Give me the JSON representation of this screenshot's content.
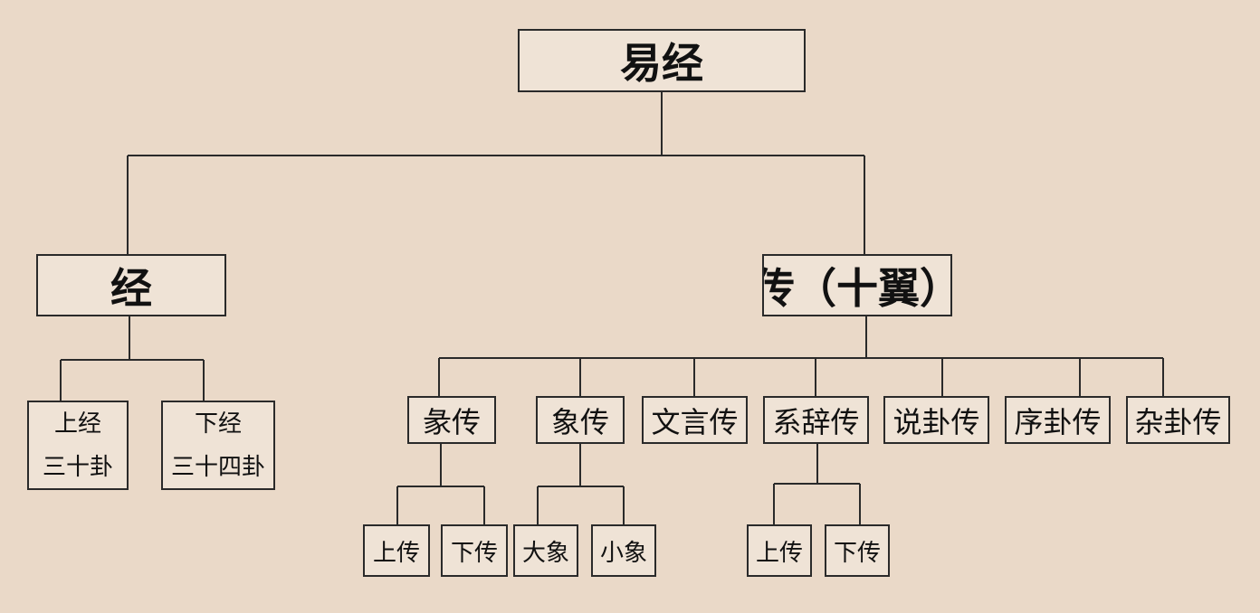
{
  "root": {
    "label": "易经"
  },
  "jing": {
    "label": "经",
    "children": [
      {
        "line1": "上经",
        "line2": "三十卦"
      },
      {
        "line1": "下经",
        "line2": "三十四卦"
      }
    ]
  },
  "zhuan": {
    "label": "传（十翼）",
    "children": [
      {
        "label": "彖传",
        "children": [
          {
            "label": "上传"
          },
          {
            "label": "下传"
          }
        ]
      },
      {
        "label": "象传",
        "children": [
          {
            "label": "大象"
          },
          {
            "label": "小象"
          }
        ]
      },
      {
        "label": "文言传"
      },
      {
        "label": "系辞传",
        "children": [
          {
            "label": "上传"
          },
          {
            "label": "下传"
          }
        ]
      },
      {
        "label": "说卦传"
      },
      {
        "label": "序卦传"
      },
      {
        "label": "杂卦传"
      }
    ]
  }
}
